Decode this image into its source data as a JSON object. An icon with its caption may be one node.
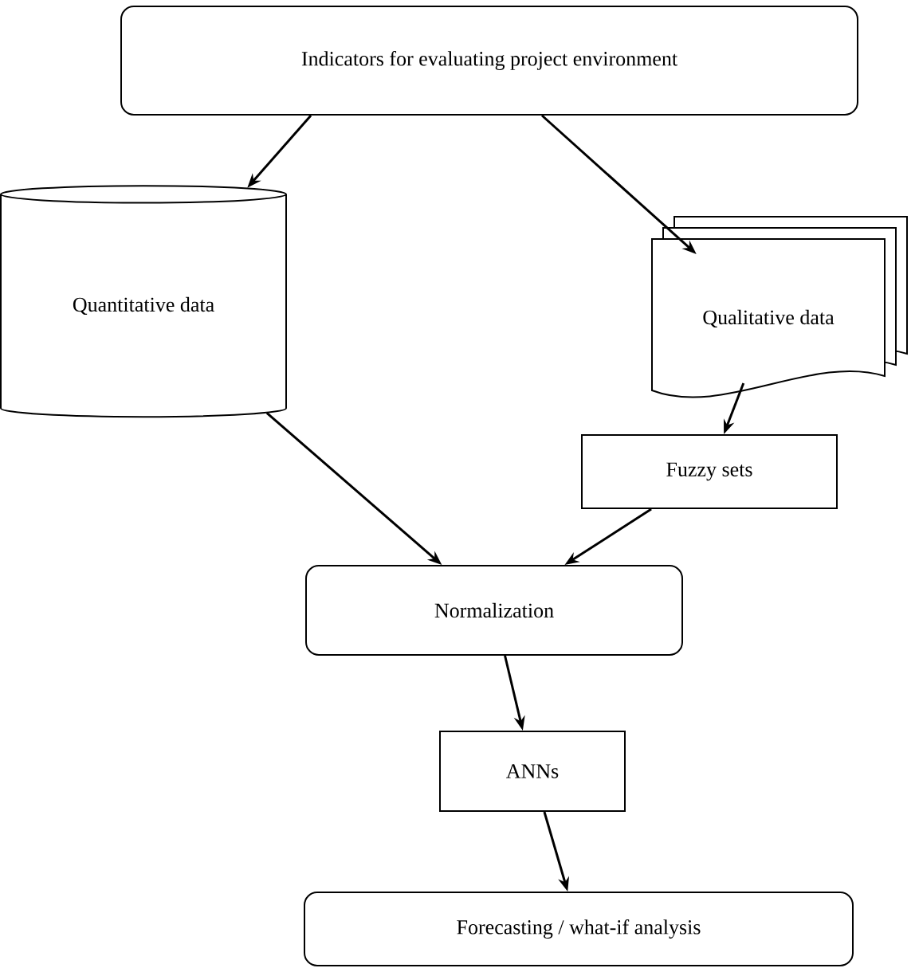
{
  "diagram": {
    "nodes": [
      {
        "text": [
          "Indicators for evaluating project environment"
        ]
      },
      {
        "text": [
          "Quantitative data"
        ]
      },
      {
        "text": [
          "Qualitative data"
        ]
      },
      {
        "text": [
          "Fuzzy sets"
        ]
      },
      {
        "text": [
          "Normalization"
        ]
      },
      {
        "text": [
          "ANNs"
        ]
      },
      {
        "text": [
          "Forecasting / what-if analysis"
        ]
      }
    ],
    "edges": [
      {
        "from": 0,
        "to": 1,
        "arrow": "to"
      },
      {
        "from": 0,
        "to": 2,
        "arrow": "to"
      },
      {
        "from": 2,
        "to": 3,
        "arrow": "to"
      },
      {
        "from": 1,
        "to": 4,
        "arrow": "to"
      },
      {
        "from": 3,
        "to": 4,
        "arrow": "to"
      },
      {
        "from": 4,
        "to": 5,
        "arrow": "to"
      },
      {
        "from": 5,
        "to": 6,
        "arrow": "to"
      }
    ]
  }
}
